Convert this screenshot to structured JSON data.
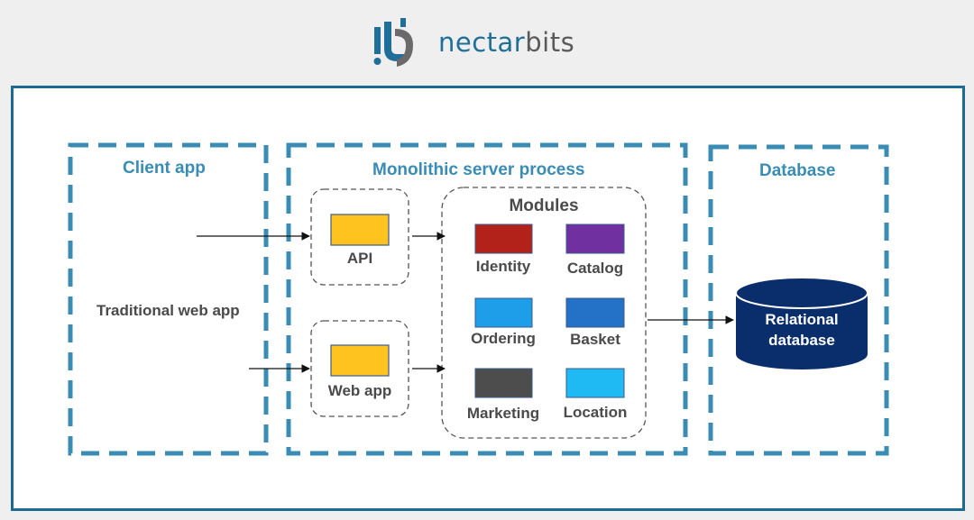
{
  "brand": {
    "name_part1": "nectar",
    "name_part2": "bits",
    "colors": {
      "primary": "#1f6f98",
      "secondary": "#5a5a5a"
    }
  },
  "regions": {
    "client": {
      "title": "Client app",
      "item": "Traditional web app"
    },
    "server": {
      "title": "Monolithic server process"
    },
    "database": {
      "title": "Database"
    }
  },
  "server": {
    "api_label": "API",
    "webapp_label": "Web app",
    "modules_title": "Modules",
    "modules": [
      {
        "label": "Identity",
        "color": "#b3221a"
      },
      {
        "label": "Catalog",
        "color": "#7030a0"
      },
      {
        "label": "Ordering",
        "color": "#1e9de8"
      },
      {
        "label": "Basket",
        "color": "#2472c8"
      },
      {
        "label": "Marketing",
        "color": "#4d4d4d"
      },
      {
        "label": "Location",
        "color": "#1fbaf3"
      }
    ]
  },
  "db": {
    "line1": "Relational",
    "line2": "database",
    "color": "#0a2e6b"
  },
  "colors": {
    "dashed_border": "#3a8cb5",
    "box_fill": "#ffc320"
  }
}
